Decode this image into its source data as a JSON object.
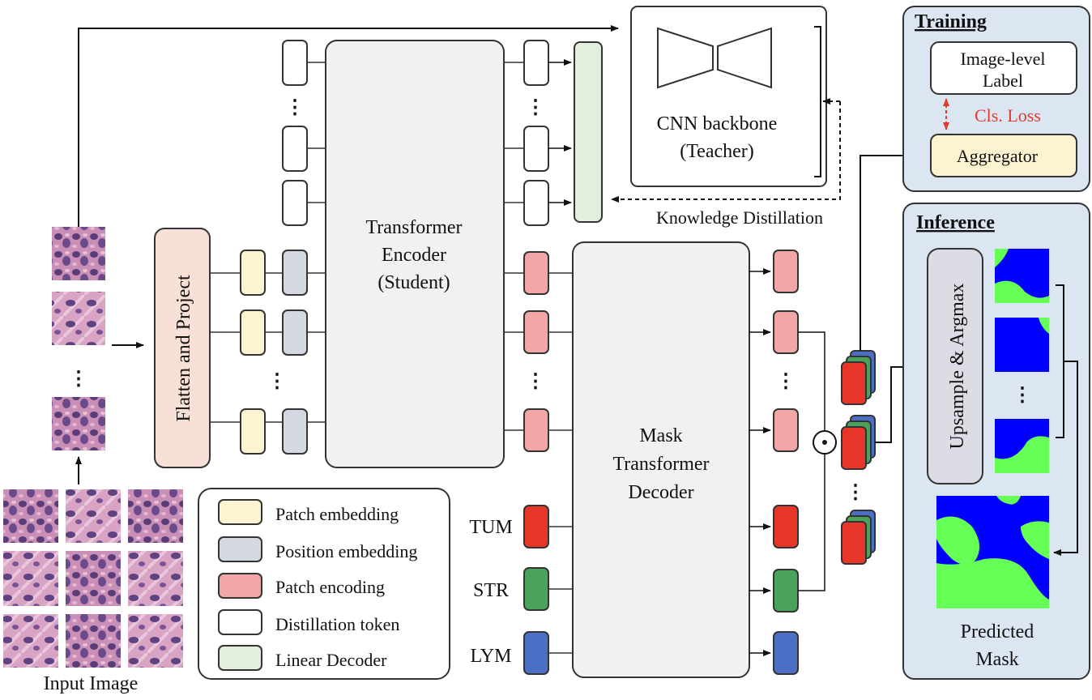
{
  "input_image_label": "Input Image",
  "flatten_project_label": "Flatten and Project",
  "encoder_label": [
    "Transformer",
    "Encoder",
    "(Student)"
  ],
  "decoder_label": [
    "Mask",
    "Transformer",
    "Decoder"
  ],
  "teacher_label": [
    "CNN backbone",
    "(Teacher)"
  ],
  "kd_label": "Knowledge Distillation",
  "classes": [
    "TUM",
    "STR",
    "LYM"
  ],
  "ellipsis": "⋮",
  "training": {
    "title": "Training",
    "label_box": [
      "Image-level",
      "Label"
    ],
    "loss": "Cls. Loss",
    "aggregator": "Aggregator"
  },
  "inference": {
    "title": "Inference",
    "upsample": "Upsample & Argmax",
    "predicted": [
      "Predicted",
      "Mask"
    ]
  },
  "legend": [
    {
      "label": "Patch embedding",
      "color": "#fdf3d0"
    },
    {
      "label": "Position embedding",
      "color": "#d4d8e0"
    },
    {
      "label": "Patch encoding",
      "color": "#f2a7a7"
    },
    {
      "label": "Distillation token",
      "color": "#ffffff"
    },
    {
      "label": "Linear Decoder",
      "color": "#e3efdc"
    }
  ],
  "colors": {
    "patch_embedding": "#fdf3d0",
    "position_embedding": "#d4d8e0",
    "patch_encoding": "#f2a7a7",
    "linear_decoder": "#e3efdc",
    "tumor": "#e8352a",
    "stroma": "#4aa35a",
    "lymph": "#4a6fc4",
    "panel_bg": "#dce6f3",
    "aggregator": "#fdf3d0",
    "flatten_box": "#f8e0d6",
    "mask_blue": "#0000ff",
    "mask_green": "#66ff55",
    "loss": "#e03c2e"
  }
}
